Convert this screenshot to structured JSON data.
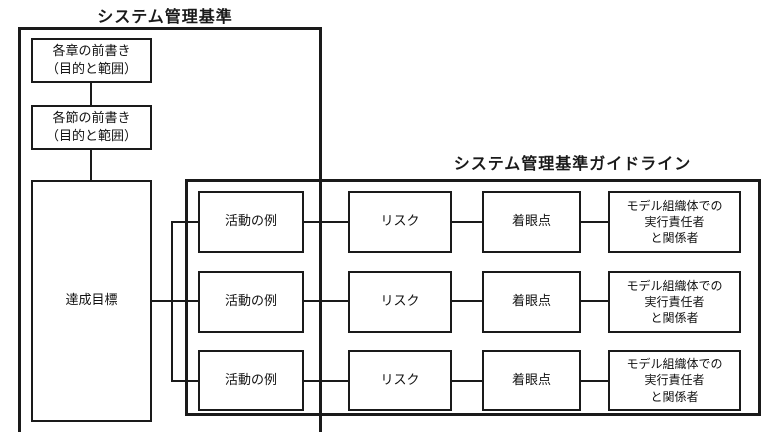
{
  "diagram": {
    "background_color": "#ffffff",
    "line_color": "#1a1a1a",
    "standard": {
      "title": "システム管理基準",
      "nodes": {
        "chapter_preface": "各章の前書き\n（目的と範囲）",
        "section_preface": "各節の前書き\n（目的と範囲）",
        "goal": "達成目標"
      }
    },
    "guideline": {
      "title": "システム管理基準ガイドライン",
      "columns": [
        "活動の例",
        "リスク",
        "着眼点",
        "モデル組織体での\n実行責任者\nと関係者"
      ],
      "rows": [
        {
          "activity": "活動の例",
          "risk": "リスク",
          "focus": "着眼点",
          "role": "モデル組織体での\n実行責任者\nと関係者"
        },
        {
          "activity": "活動の例",
          "risk": "リスク",
          "focus": "着眼点",
          "role": "モデル組織体での\n実行責任者\nと関係者"
        },
        {
          "activity": "活動の例",
          "risk": "リスク",
          "focus": "着眼点",
          "role": "モデル組織体での\n実行責任者\nと関係者"
        }
      ]
    }
  }
}
